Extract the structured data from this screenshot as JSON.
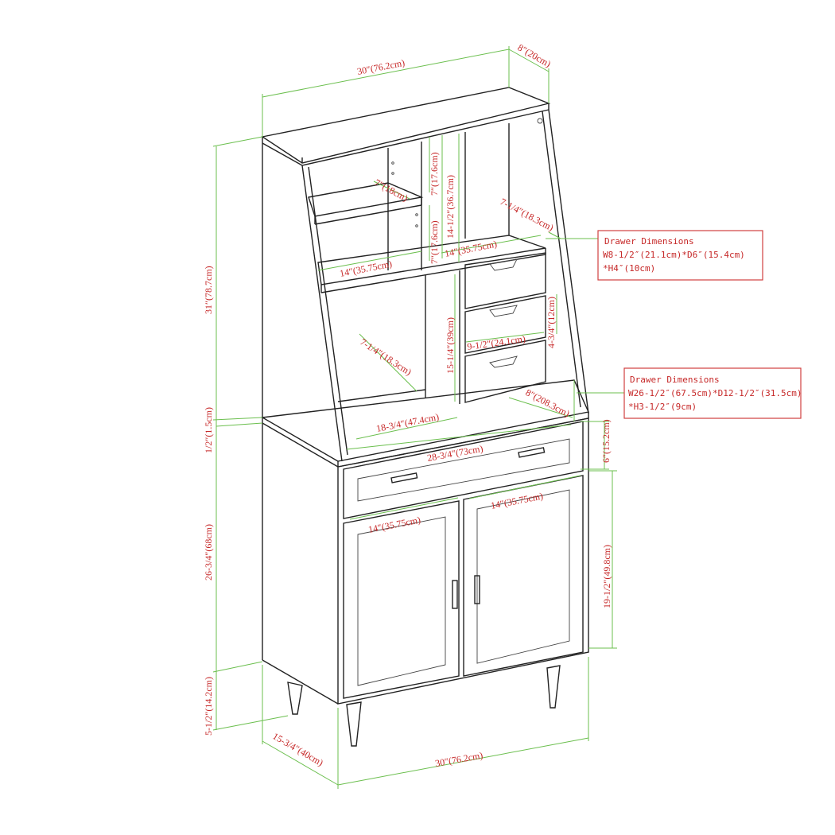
{
  "dimensions": {
    "top_width": "30″(76.2cm)",
    "top_depth": "8″(20cm)",
    "shelf_width_small": "7″(18cm)",
    "shelf_height_upper": "7″(17.6cm)",
    "shelf_height_full": "14-1/2″(36.7cm)",
    "shelf_height_lower": "7″(17.6cm)",
    "hutch_right_depth": "7-1/4″(18.3cm)",
    "shelf_width_left": "14″(35.75cm)",
    "shelf_width_center": "14″(35.75cm)",
    "hutch_height": "31″(78.7cm)",
    "open_height": "15-1/4″(39cm)",
    "drawer_small_width": "9-1/2″(24.1cm)",
    "drawer_small_height": "4-3/4″(12cm)",
    "cubby_depth": "7-1/4″(18.3cm)",
    "counter_depth": "8″(208.3cm)",
    "cubby_width": "18-3/4″(47.4cm)",
    "counter_thickness": "1/2″(1.5cm)",
    "drawer_front_width": "28-3/4″(73cm)",
    "drawer_front_height": "6″(15.2cm)",
    "door_left_width": "14″(35.75cm)",
    "door_right_width": "14″(35.75cm)",
    "base_height": "26-3/4″(68cm)",
    "door_height": "19-1/2″(49.8cm)",
    "leg_height": "5-1/2″(14.2cm)",
    "base_depth": "15-3/4″(40cm)",
    "base_width": "30″(76.2cm)"
  },
  "drawer_box_small": {
    "title": "Drawer Dimensions",
    "line1": "W8-1/2″(21.1cm)*D6″(15.4cm)",
    "line2": "*H4″(10cm)"
  },
  "drawer_box_large": {
    "title": "Drawer Dimensions",
    "line1": "W26-1/2″(67.5cm)*D12-1/2″(31.5cm)",
    "line2": "*H3-1/2″(9cm)"
  },
  "colors": {
    "dimension_text": "#c62828",
    "dimension_line": "#6bbf4e",
    "outline": "#222222",
    "callout_border": "#d04040"
  }
}
